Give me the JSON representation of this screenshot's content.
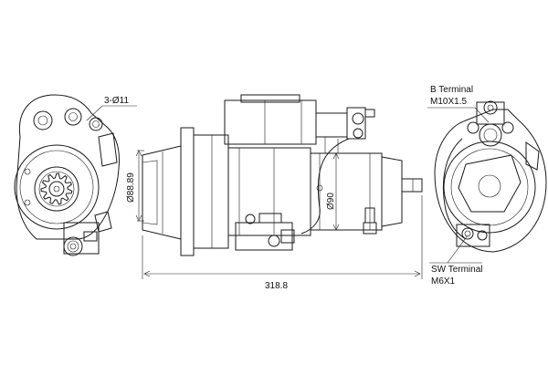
{
  "labels": {
    "hole_spec": "3-Ø11",
    "pinion_dia": "Ø88.89",
    "body_dia": "Ø90",
    "overall_length": "318.8",
    "b_terminal_title": "B Terminal",
    "b_terminal_thread": "M10X1.5",
    "sw_terminal_title": "SW Terminal",
    "sw_terminal_thread": "M6X1"
  }
}
